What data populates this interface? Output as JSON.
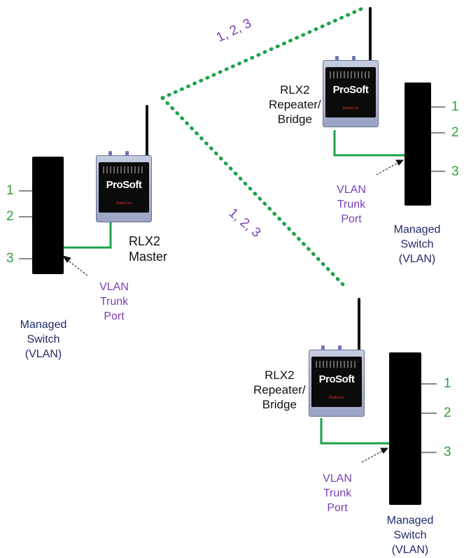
{
  "colors": {
    "green": "#2e9e3a",
    "purple": "#7b3fb4",
    "navy": "#1f2a6a"
  },
  "links": {
    "upper": "1, 2, 3",
    "lower": "1, 2, 3"
  },
  "master": {
    "radio_brand": "ProSoft",
    "name": "RLX2\nMaster",
    "switch_label": "Managed\nSwitch\n(VLAN)",
    "trunk_label": "VLAN\nTrunk\nPort",
    "ports": [
      "1",
      "2",
      "3"
    ]
  },
  "repeater_top": {
    "radio_brand": "ProSoft",
    "name": "RLX2\nRepeater/\nBridge",
    "switch_label": "Managed\nSwitch\n(VLAN)",
    "trunk_label": "VLAN\nTrunk\nPort",
    "ports": [
      "1",
      "2",
      "3"
    ]
  },
  "repeater_bottom": {
    "radio_brand": "ProSoft",
    "name": "RLX2\nRepeater/\nBridge",
    "switch_label": "Managed\nSwitch\n(VLAN)",
    "trunk_label": "VLAN\nTrunk\nPort",
    "ports": [
      "1",
      "2",
      "3"
    ]
  }
}
